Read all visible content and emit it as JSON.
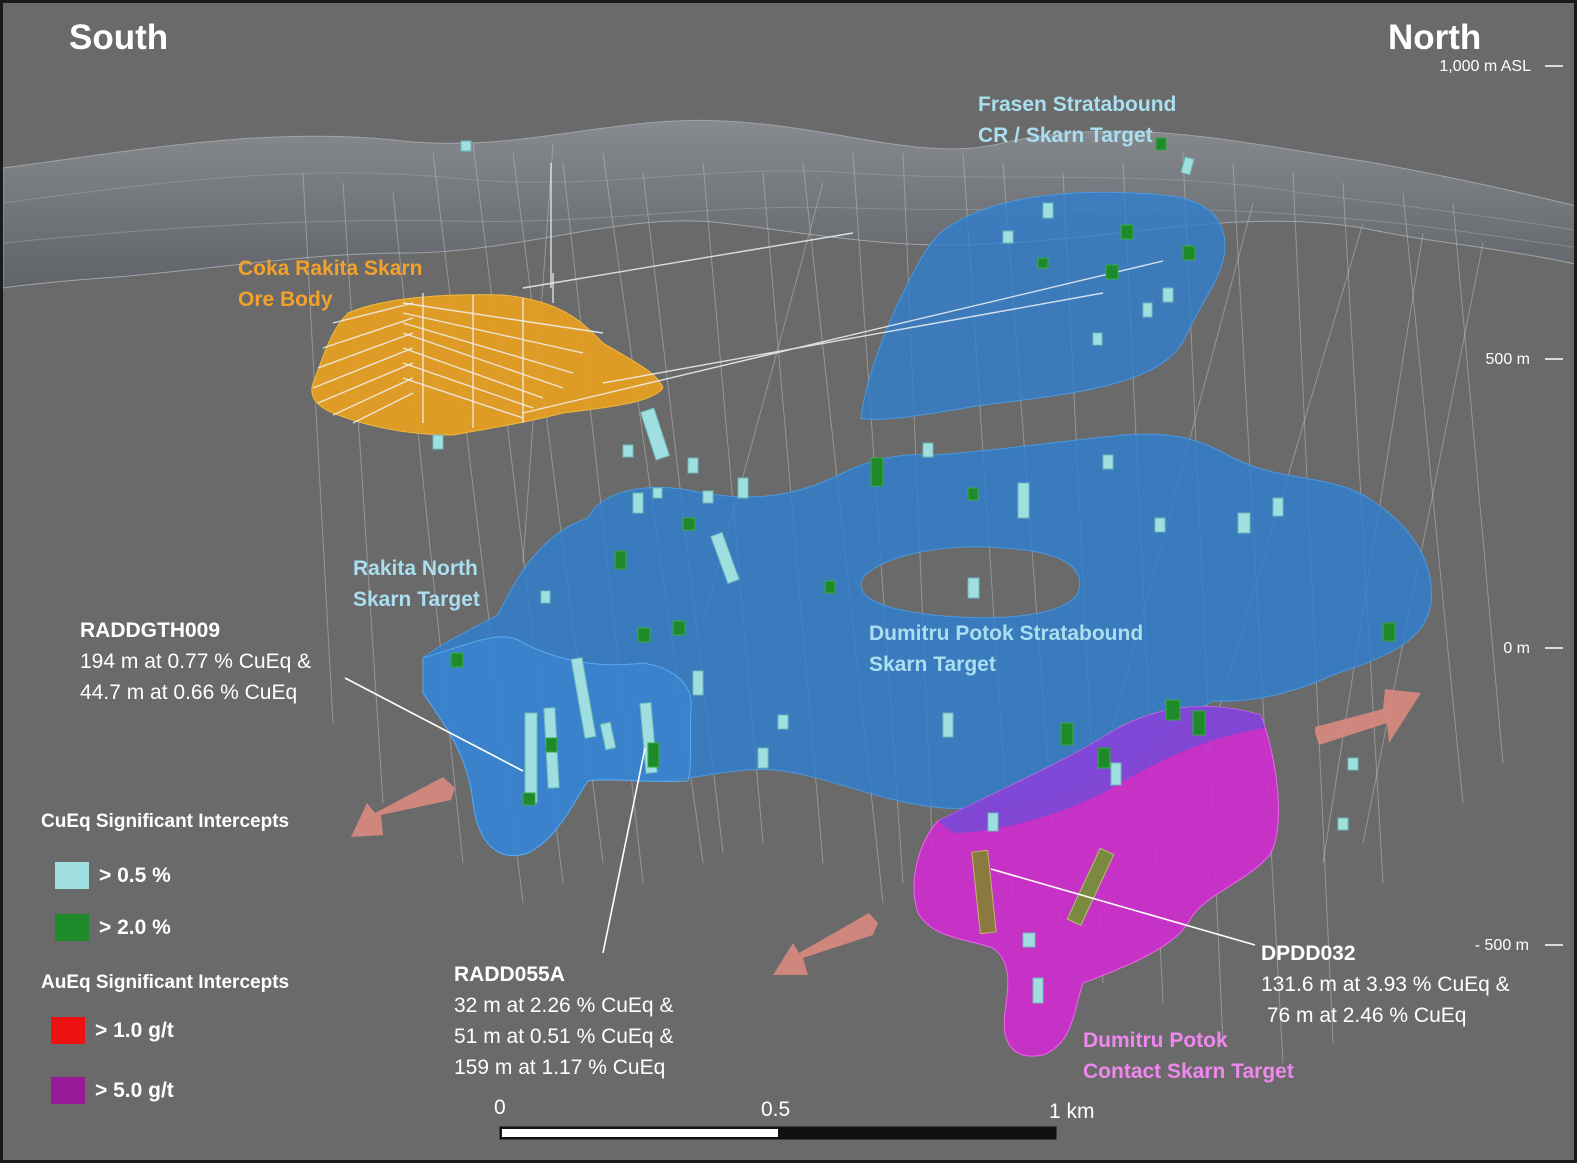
{
  "orientation": {
    "left": "South",
    "right": "North"
  },
  "elevation_labels": [
    "1,000 m ASL",
    "500 m",
    "0 m",
    "- 500 m"
  ],
  "targets": {
    "coka_rakita": [
      "Coka Rakita Skarn",
      "Ore Body"
    ],
    "frasen": [
      "Frasen Stratabound",
      "CR / Skarn Target"
    ],
    "rakita_north": [
      "Rakita North",
      "Skarn Target"
    ],
    "dumitru_stratabound": [
      "Dumitru Potok Stratabound",
      "Skarn Target"
    ],
    "dumitru_contact": [
      "Dumitru Potok",
      "Contact Skarn Target"
    ]
  },
  "drillholes": {
    "raddgth009": {
      "name": "RADDGTH009",
      "lines": [
        "194 m at 0.77  % CuEq &",
        "44.7 m at 0.66 % CuEq"
      ]
    },
    "radd055a": {
      "name": "RADD055A",
      "lines": [
        "32 m at 2.26  % CuEq &",
        "51 m at 0.51 % CuEq &",
        "159 m at 1.17 % CuEq"
      ]
    },
    "dpdd032": {
      "name": "DPDD032",
      "lines": [
        "131.6 m at 3.93 % CuEq &",
        " 76 m at 2.46 % CuEq"
      ]
    }
  },
  "legend": {
    "cueq_title": "CuEq Significant Intercepts",
    "cueq_items": [
      {
        "label": "> 0.5 %",
        "color": "#9fdfe0"
      },
      {
        "label": "> 2.0 %",
        "color": "#1e8a2a"
      }
    ],
    "aueq_title": "AuEq Significant Intercepts",
    "aueq_items": [
      {
        "label": "> 1.0 g/t",
        "color": "#ee1111"
      },
      {
        "label": "> 5.0 g/t",
        "color": "#991a99"
      }
    ]
  },
  "scale_bar": {
    "labels": [
      "0",
      "0.5",
      "1 km"
    ]
  },
  "colors": {
    "background": "#6a6a6a",
    "orebody": "#e8a020",
    "stratabound": "#2f7fd0",
    "contact_skarn": "#d22ad2",
    "arrow": "#d98a80",
    "intercept_low": "#9fdfe0",
    "intercept_high": "#1e8a2a"
  }
}
